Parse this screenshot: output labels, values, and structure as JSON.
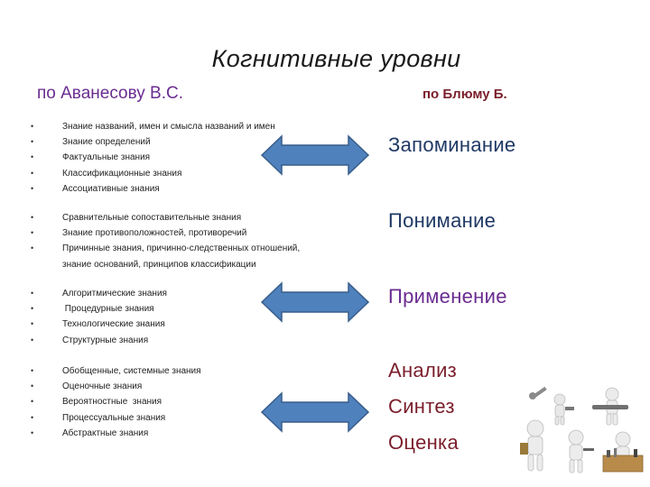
{
  "title": "Когнитивные уровни",
  "left_header": "по  Аванесову В.С.",
  "right_header": "по Блюму Б.",
  "groups": [
    {
      "items": [
        "Знание названий, имен и смысла названий и имен",
        "Знание определений",
        "Фактуальные знания",
        "Классификационные знания",
        "Ассоциативные знания"
      ]
    },
    {
      "items": [
        "Сравнительные сопоставительные знания",
        "Знание противоположностей, противоречий",
        "Причинные знания, причинно-следственных отношений,",
        "знание оснований, принципов классификации"
      ]
    },
    {
      "items": [
        "Алгоритмические знания",
        " Процедурные знания",
        "Технологические знания",
        "Структурные знания"
      ]
    },
    {
      "items": [
        "Обобщенные, системные знания",
        "Оценочные знания",
        "Вероятностные  знания",
        "Процессуальные знания",
        "Абстрактные знания"
      ]
    }
  ],
  "levels": [
    {
      "label": "Запоминание",
      "color": "#1f3864"
    },
    {
      "label": "Понимание",
      "color": "#1f3864"
    },
    {
      "label": "Применение",
      "color": "#6a2c91"
    },
    {
      "label": "Анализ",
      "color": "#7b1e2b"
    },
    {
      "label": "Синтез",
      "color": "#7b1e2b"
    },
    {
      "label": "Оценка",
      "color": "#7b1e2b"
    }
  ],
  "bullet_glyph": "•",
  "arrow_color": "#4f81bd",
  "icon": "people-with-tools-icon"
}
